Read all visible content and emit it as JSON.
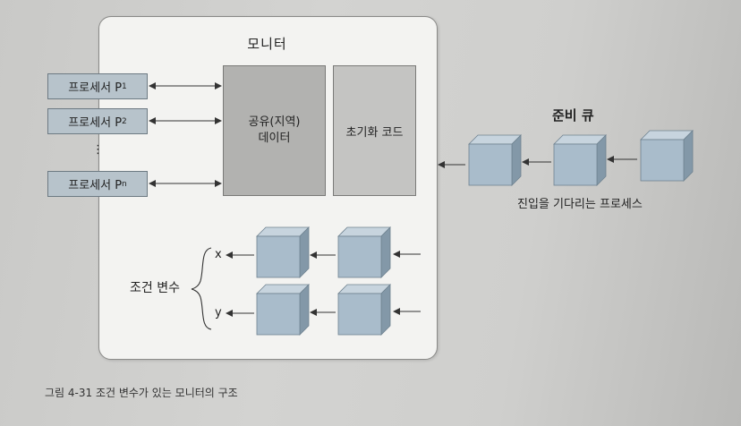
{
  "monitor": {
    "title": "모니터",
    "processes": [
      "프로세서 P",
      "프로세서 P",
      "프로세서 P"
    ],
    "process_subscripts": [
      "1",
      "2",
      "n"
    ],
    "ellipsis": "⋮",
    "shared_data": [
      "공유(지역)",
      "데이터"
    ],
    "init_code": "초기화 코드",
    "condition_vars_label": "조건 변수",
    "condition_vars": [
      "x",
      "y"
    ]
  },
  "ready_queue": {
    "title": "준비 큐",
    "caption": "진입을 기다리는 프로세스"
  },
  "figure_caption": "그림 4-31  조건 변수가 있는 모니터의 구조",
  "colors": {
    "process_fill": "#b7c3cb",
    "cube_front": "#a9bccb",
    "shared_fill": "#b2b2b0",
    "init_fill": "#c4c4c2"
  }
}
